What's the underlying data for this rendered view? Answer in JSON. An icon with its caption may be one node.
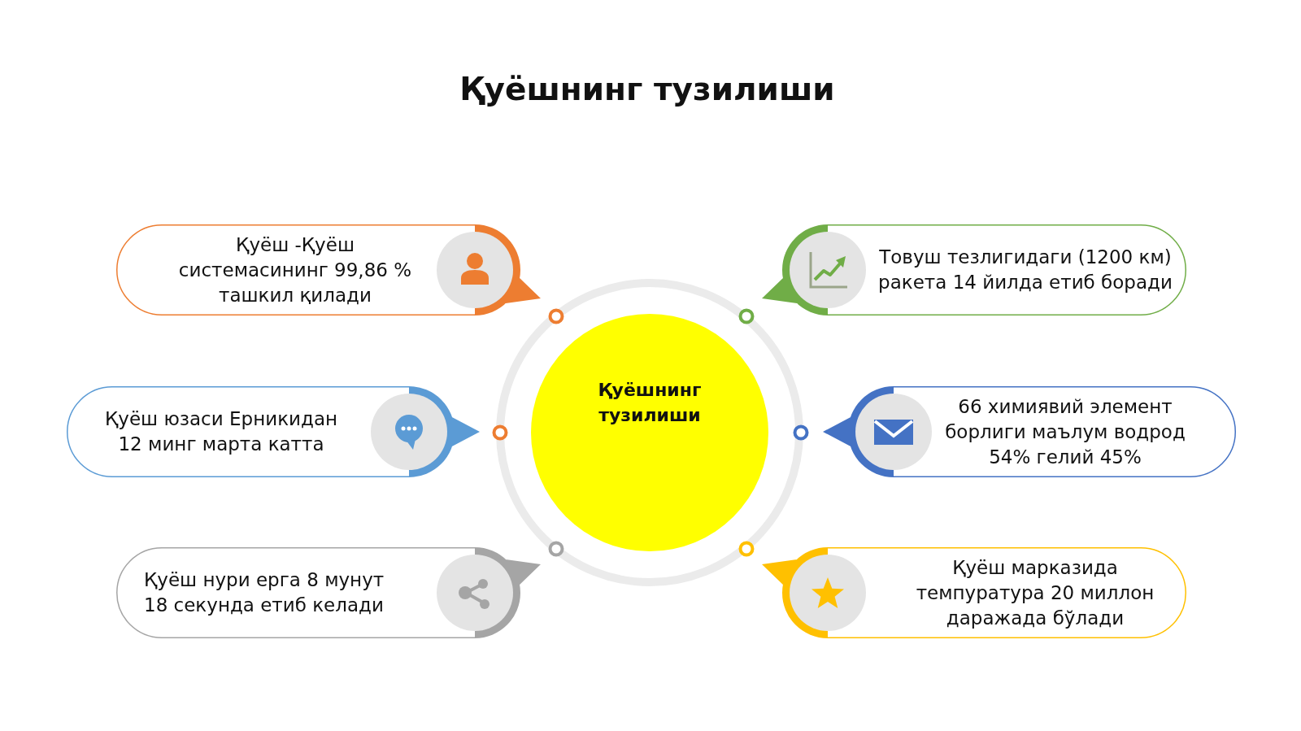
{
  "diagram": {
    "title": "Қуёшнинг тузилиши",
    "nodes": [
      {
        "text": [
          "Қуёшнинг тузилиши"
        ]
      },
      {
        "text": [
          "Қуёш -Қуёш системасининг 99,86 % ташкил қилади"
        ]
      },
      {
        "text": [
          "Товуш тезлигидаги (1200 км) ракета 14 йилда етиб боради"
        ]
      },
      {
        "text": [
          "Қуёш юзаси Ерникидан 12 минг марта катта"
        ]
      },
      {
        "text": [
          "66 химиявий элемент борлиги маълум водрод 54% гелий 45%"
        ]
      },
      {
        "text": [
          "Қуёш нури ерга 8 мунут 18 секунда етиб келади"
        ]
      },
      {
        "text": [
          "Қуёш марказида темпуратура 20 миллон даражада бўлади"
        ]
      }
    ]
  }
}
